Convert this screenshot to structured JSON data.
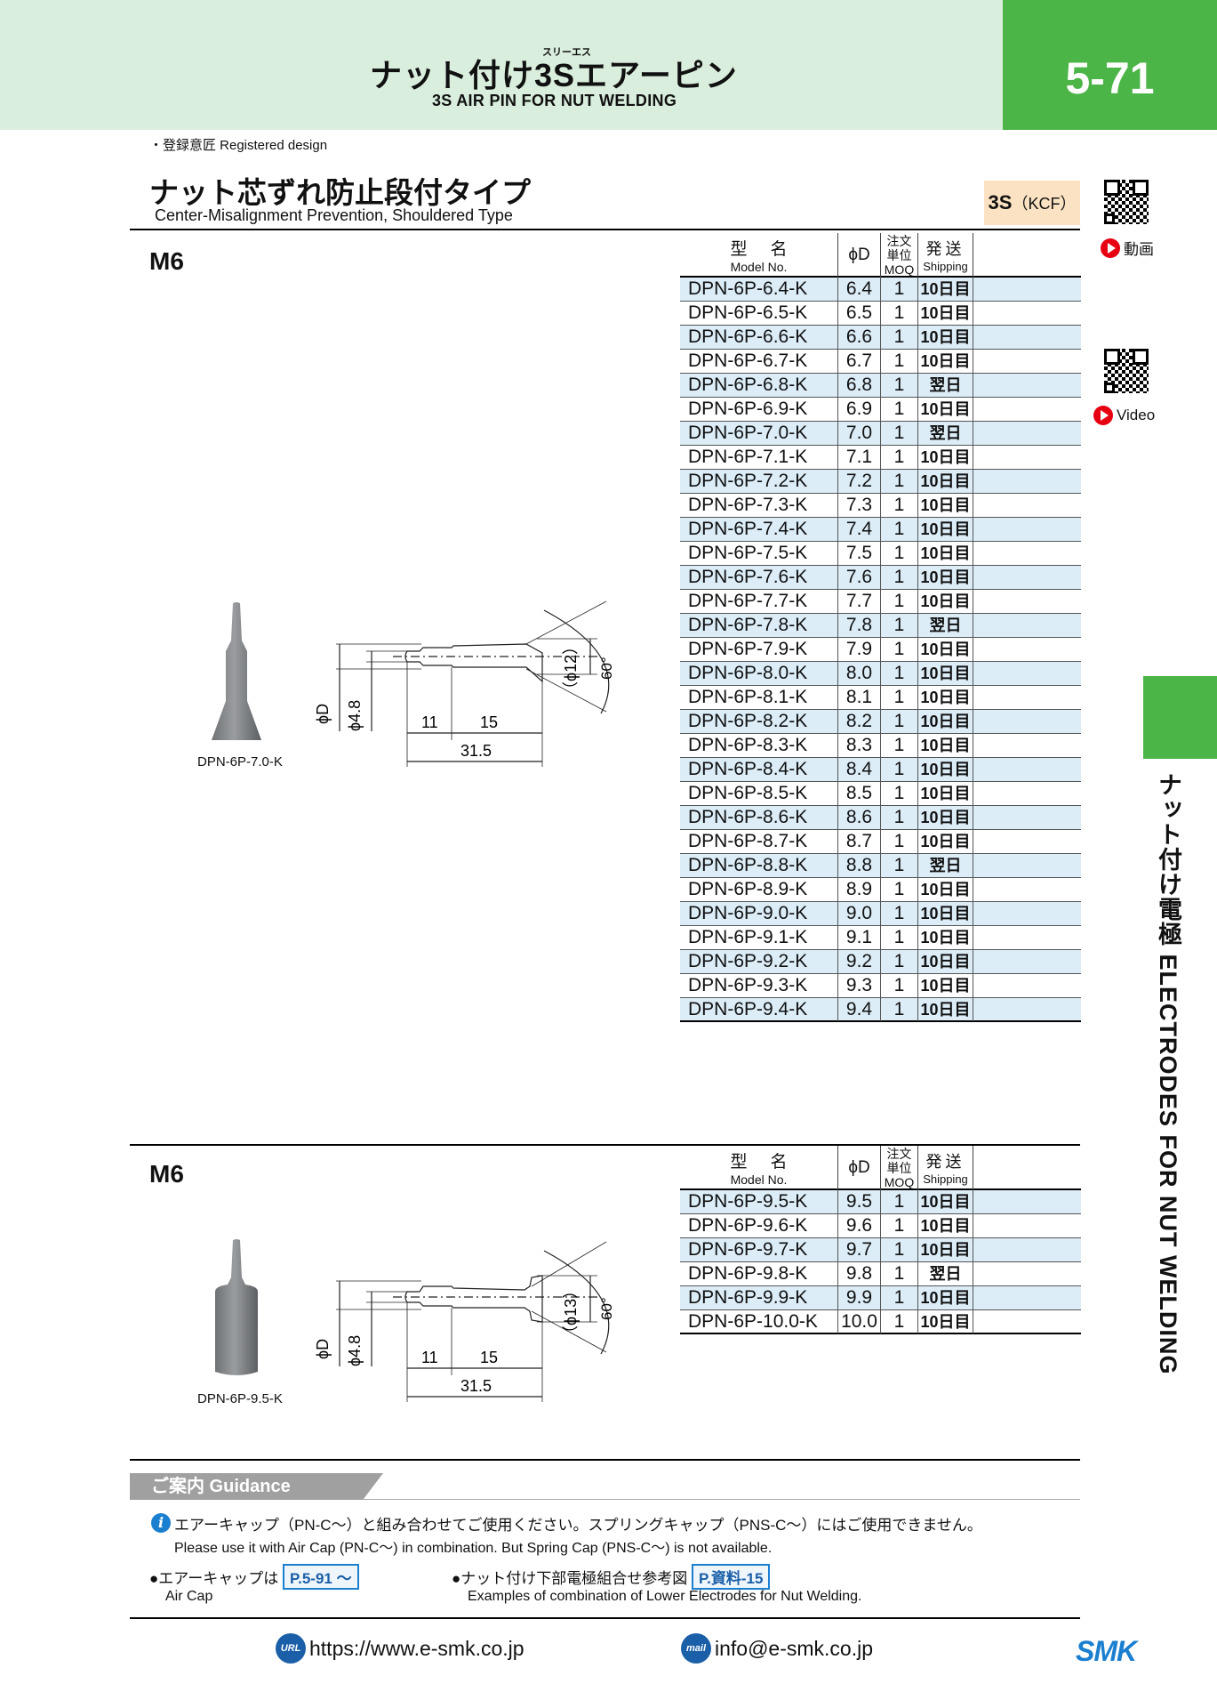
{
  "header": {
    "ruby": "スリーエス",
    "title": "ナット付け3Sエアーピン",
    "subtitle": "3S AIR PIN FOR NUT WELDING",
    "page_number": "5-71"
  },
  "registered": "・登録意匠  Registered design",
  "section": {
    "title": "ナット芯ずれ防止段付タイプ",
    "subtitle": "Center-Misalignment Prevention, Shouldered Type",
    "badge_main": "3S",
    "badge_sub": "（KCF）"
  },
  "video": {
    "jp": "動画",
    "en": "Video"
  },
  "columns": {
    "model_jp": "型名",
    "model_en": "Model No.",
    "phid": "ϕD",
    "moq_jp1": "注文",
    "moq_jp2": "単位",
    "moq_en": "MOQ",
    "ship_jp": "発送",
    "ship_en": "Shipping"
  },
  "groups": [
    {
      "size": "M6",
      "image_caption": "DPN-6P-7.0-K",
      "dims": {
        "d": "ϕD",
        "d48": "ϕ4.8",
        "l11": "11",
        "l15": "15",
        "total": "31.5",
        "shoulder": "（ϕ12）",
        "angle": "60°"
      },
      "rows": [
        {
          "model": "DPN-6P-6.4-K",
          "d": "6.4",
          "moq": "1",
          "ship": "10日目"
        },
        {
          "model": "DPN-6P-6.5-K",
          "d": "6.5",
          "moq": "1",
          "ship": "10日目"
        },
        {
          "model": "DPN-6P-6.6-K",
          "d": "6.6",
          "moq": "1",
          "ship": "10日目"
        },
        {
          "model": "DPN-6P-6.7-K",
          "d": "6.7",
          "moq": "1",
          "ship": "10日目"
        },
        {
          "model": "DPN-6P-6.8-K",
          "d": "6.8",
          "moq": "1",
          "ship": "翌日"
        },
        {
          "model": "DPN-6P-6.9-K",
          "d": "6.9",
          "moq": "1",
          "ship": "10日目"
        },
        {
          "model": "DPN-6P-7.0-K",
          "d": "7.0",
          "moq": "1",
          "ship": "翌日"
        },
        {
          "model": "DPN-6P-7.1-K",
          "d": "7.1",
          "moq": "1",
          "ship": "10日目"
        },
        {
          "model": "DPN-6P-7.2-K",
          "d": "7.2",
          "moq": "1",
          "ship": "10日目"
        },
        {
          "model": "DPN-6P-7.3-K",
          "d": "7.3",
          "moq": "1",
          "ship": "10日目"
        },
        {
          "model": "DPN-6P-7.4-K",
          "d": "7.4",
          "moq": "1",
          "ship": "10日目"
        },
        {
          "model": "DPN-6P-7.5-K",
          "d": "7.5",
          "moq": "1",
          "ship": "10日目"
        },
        {
          "model": "DPN-6P-7.6-K",
          "d": "7.6",
          "moq": "1",
          "ship": "10日目"
        },
        {
          "model": "DPN-6P-7.7-K",
          "d": "7.7",
          "moq": "1",
          "ship": "10日目"
        },
        {
          "model": "DPN-6P-7.8-K",
          "d": "7.8",
          "moq": "1",
          "ship": "翌日"
        },
        {
          "model": "DPN-6P-7.9-K",
          "d": "7.9",
          "moq": "1",
          "ship": "10日目"
        },
        {
          "model": "DPN-6P-8.0-K",
          "d": "8.0",
          "moq": "1",
          "ship": "10日目"
        },
        {
          "model": "DPN-6P-8.1-K",
          "d": "8.1",
          "moq": "1",
          "ship": "10日目"
        },
        {
          "model": "DPN-6P-8.2-K",
          "d": "8.2",
          "moq": "1",
          "ship": "10日目"
        },
        {
          "model": "DPN-6P-8.3-K",
          "d": "8.3",
          "moq": "1",
          "ship": "10日目"
        },
        {
          "model": "DPN-6P-8.4-K",
          "d": "8.4",
          "moq": "1",
          "ship": "10日目"
        },
        {
          "model": "DPN-6P-8.5-K",
          "d": "8.5",
          "moq": "1",
          "ship": "10日目"
        },
        {
          "model": "DPN-6P-8.6-K",
          "d": "8.6",
          "moq": "1",
          "ship": "10日目"
        },
        {
          "model": "DPN-6P-8.7-K",
          "d": "8.7",
          "moq": "1",
          "ship": "10日目"
        },
        {
          "model": "DPN-6P-8.8-K",
          "d": "8.8",
          "moq": "1",
          "ship": "翌日"
        },
        {
          "model": "DPN-6P-8.9-K",
          "d": "8.9",
          "moq": "1",
          "ship": "10日目"
        },
        {
          "model": "DPN-6P-9.0-K",
          "d": "9.0",
          "moq": "1",
          "ship": "10日目"
        },
        {
          "model": "DPN-6P-9.1-K",
          "d": "9.1",
          "moq": "1",
          "ship": "10日目"
        },
        {
          "model": "DPN-6P-9.2-K",
          "d": "9.2",
          "moq": "1",
          "ship": "10日目"
        },
        {
          "model": "DPN-6P-9.3-K",
          "d": "9.3",
          "moq": "1",
          "ship": "10日目"
        },
        {
          "model": "DPN-6P-9.4-K",
          "d": "9.4",
          "moq": "1",
          "ship": "10日目"
        }
      ]
    },
    {
      "size": "M6",
      "image_caption": "DPN-6P-9.5-K",
      "dims": {
        "d": "ϕD",
        "d48": "ϕ4.8",
        "l11": "11",
        "l15": "15",
        "total": "31.5",
        "shoulder": "（ϕ13）",
        "angle": "60°"
      },
      "rows": [
        {
          "model": "DPN-6P-9.5-K",
          "d": "9.5",
          "moq": "1",
          "ship": "10日目"
        },
        {
          "model": "DPN-6P-9.6-K",
          "d": "9.6",
          "moq": "1",
          "ship": "10日目"
        },
        {
          "model": "DPN-6P-9.7-K",
          "d": "9.7",
          "moq": "1",
          "ship": "10日目"
        },
        {
          "model": "DPN-6P-9.8-K",
          "d": "9.8",
          "moq": "1",
          "ship": "翌日"
        },
        {
          "model": "DPN-6P-9.9-K",
          "d": "9.9",
          "moq": "1",
          "ship": "10日目"
        },
        {
          "model": "DPN-6P-10.0-K",
          "d": "10.0",
          "moq": "1",
          "ship": "10日目"
        }
      ]
    }
  ],
  "side_tab": "ナット付け電極 ELECTRODES FOR NUT WELDING",
  "guidance": {
    "heading": "ご案内 Guidance",
    "note_jp": "エアーキャップ（PN-C〜）と組み合わせてご使用ください。スプリングキャップ（PNS-C〜）にはご使用できません。",
    "note_en": "Please use it with Air Cap (PN-C〜) in combination. But Spring Cap (PNS-C〜) is not available.",
    "b1_jp": "●エアーキャップは",
    "b1_ref": "P.5-91 〜",
    "b1_en": "Air Cap",
    "b2_jp": "●ナット付け下部電極組合せ参考図",
    "b2_ref": "P.資料-15",
    "b2_en": "Examples of combination of Lower Electrodes for Nut Welding."
  },
  "footer": {
    "url_icon": "URL",
    "url": "https://www.e-smk.co.jp",
    "mail_icon": "mail",
    "email": "info@e-smk.co.jp",
    "logo": "SMK"
  }
}
